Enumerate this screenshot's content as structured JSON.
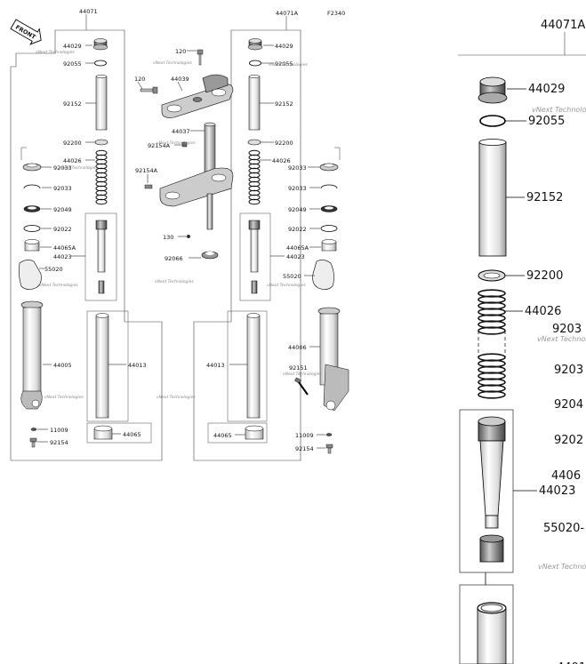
{
  "page": {
    "figure_code": "F2340",
    "front_badge": "FRONT",
    "watermark": "vNext Technologies"
  },
  "left_fork": {
    "group_ref": "44071",
    "parts": {
      "cap_bolt": "44029",
      "o_ring_top": "92055",
      "pipe": "92152",
      "washer": "92200",
      "spring": "44026",
      "seal_guard": "92033",
      "circlip": "92033",
      "oil_seal": "92049",
      "ring": "92022",
      "bushing": "44065A",
      "cylinder": "44023",
      "dust_cover": "55020",
      "outer_tube": "44005",
      "inner_tube": "44013",
      "bottom_bushing": "44065",
      "gasket": "11009",
      "bottom_bolt": "92154"
    }
  },
  "right_fork": {
    "group_ref": "44071A",
    "parts": {
      "cap_bolt": "44029",
      "o_ring_top": "92055",
      "pipe": "92152",
      "washer": "92200",
      "spring": "44026",
      "seal_guard": "92033",
      "circlip": "92033",
      "oil_seal": "92049",
      "ring": "92022",
      "bushing": "44065A",
      "cylinder": "44023",
      "dust_cover": "55020",
      "outer_tube": "44006",
      "inner_tube": "44013",
      "bottom_bushing": "44065",
      "caliper_bolt": "92151",
      "gasket": "11009",
      "bottom_bolt": "92154"
    }
  },
  "steering": {
    "top_bolt_a": "120",
    "top_bolt_b": "120",
    "upper_bracket": "44039",
    "stem": "44037",
    "bolt_a": "92154A",
    "bolt_b": "92154A",
    "stem_bolt": "130",
    "lower_seal": "92066"
  },
  "zoom": {
    "group_ref": "44071A",
    "labels": [
      "44029",
      "92055",
      "92152",
      "92200",
      "44026",
      "9203",
      "9203",
      "9204",
      "9202",
      "4406",
      "44023",
      "55020-",
      "4401"
    ]
  }
}
